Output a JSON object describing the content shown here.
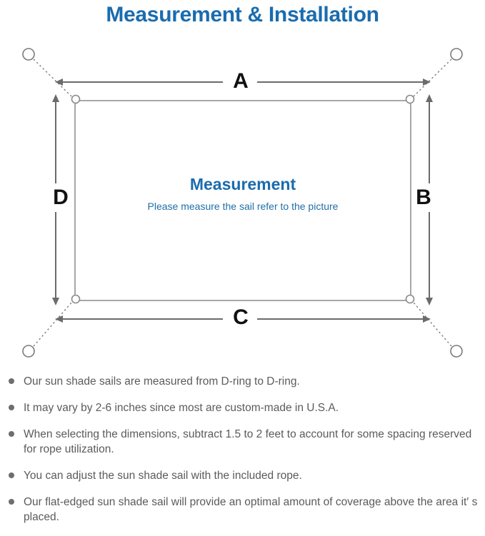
{
  "page": {
    "title": "Measurement & Installation",
    "title_color": "#1a6cae",
    "background": "#ffffff"
  },
  "diagram": {
    "name": "sun-shade-sail-measurement-diagram",
    "sail": {
      "heading": "Measurement",
      "subheading": "Please measure the sail refer to the picture",
      "heading_color": "#1a6cae",
      "subheading_color": "#1f6fa8",
      "outline_color": "#767676"
    },
    "dimension_labels": {
      "top": "A",
      "right": "B",
      "bottom": "C",
      "left": "D"
    },
    "hardware": {
      "d_ring_label": "D-ring",
      "anchor_ring_label": "anchor-ring",
      "rope_style": "dotted",
      "line_color": "#6b6b6b"
    }
  },
  "notes": [
    "Our sun shade sails are measured from D-ring to D-ring.",
    "It may vary by 2-6 inches since most are custom-made in U.S.A.",
    "When selecting the dimensions, subtract 1.5 to 2 feet to account for some spacing reserved for rope utilization.",
    "You can adjust the sun shade sail with the included rope.",
    "Our flat-edged sun shade sail will provide an optimal amount of coverage above the area it′ s placed."
  ],
  "notes_color": "#5b5b5b"
}
